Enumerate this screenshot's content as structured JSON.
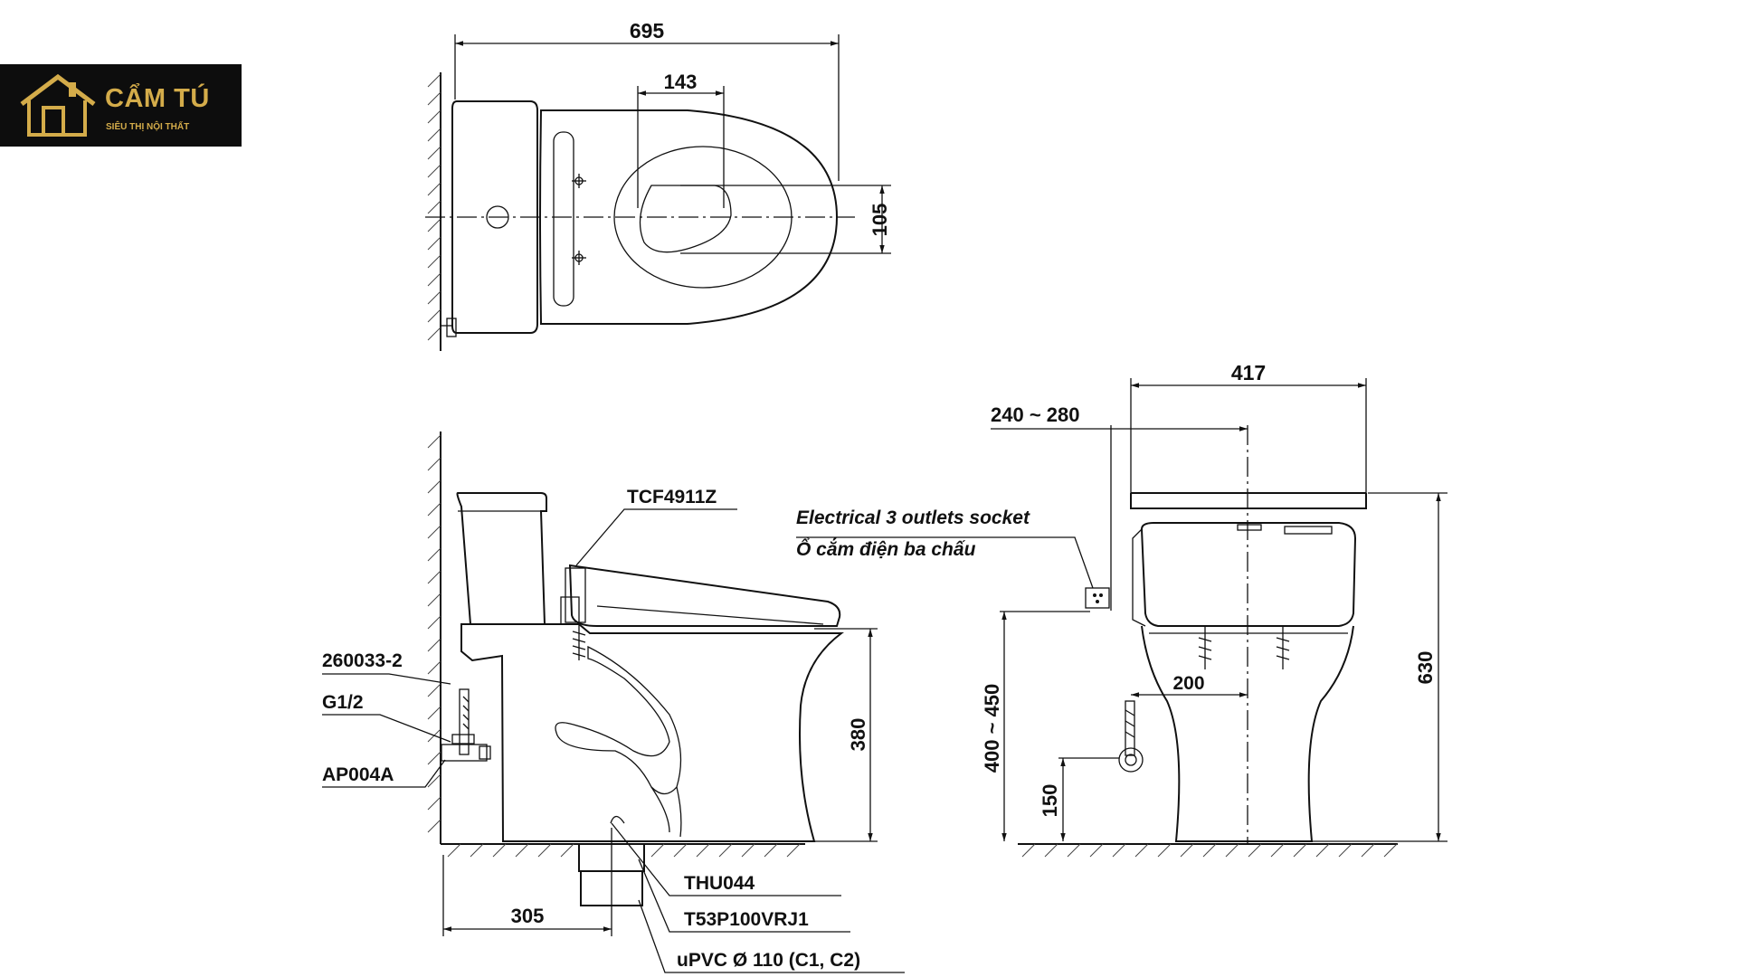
{
  "logo": {
    "brand": "CẨM TÚ",
    "tagline": "SIÊU THỊ NỘI THẤT",
    "icon": "house-icon",
    "color": "#d4ac4a"
  },
  "dimensions": {
    "total_length": "695",
    "seat_hole_width": "143",
    "bowl_offset": "105",
    "width": "417",
    "socket_range": "240 ~ 280",
    "socket_height": "400 ~ 450",
    "height": "630",
    "inlet_height": "150",
    "inlet_offset": "200",
    "rim_height": "380",
    "drain_offset": "305"
  },
  "parts": {
    "seat": "TCF4911Z",
    "hose": "260033-2",
    "inlet": "G1/2",
    "valve": "AP004A",
    "flange": "THU044",
    "adapter": "T53P100VRJ1",
    "pipe": "uPVC Ø 110 (C1, C2)"
  },
  "socket_label": {
    "en": "Electrical 3 outlets socket",
    "vi": "Ổ cắm điện ba chấu"
  }
}
